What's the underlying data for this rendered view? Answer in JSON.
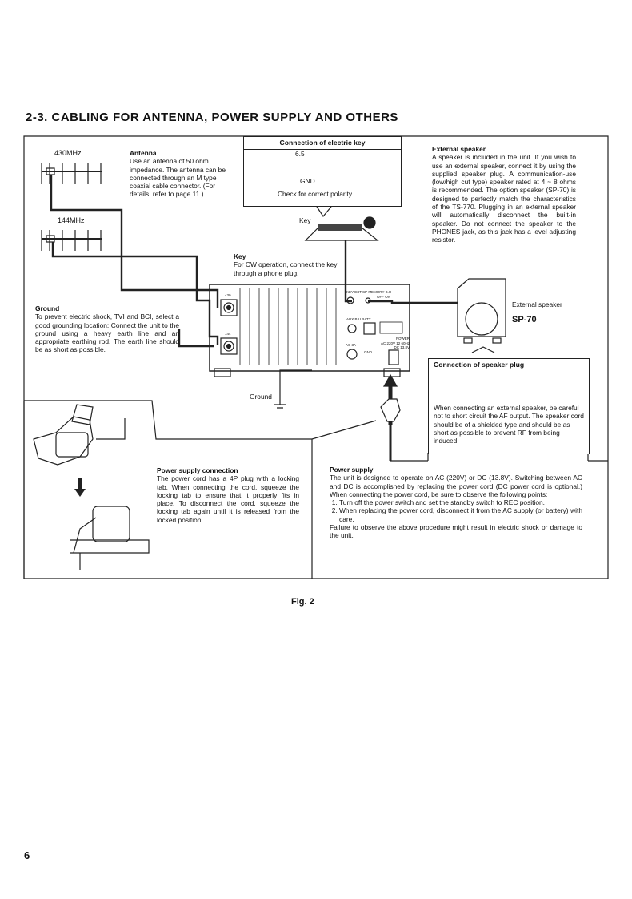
{
  "title": "2-3. CABLING FOR ANTENNA, POWER SUPPLY AND OTHERS",
  "antenna": {
    "band_430": "430MHz",
    "band_144": "144MHz",
    "heading": "Antenna",
    "body": "Use an antenna of 50 ohm impedance. The antenna can be connected through an M type coaxial cable connector. (For details, refer to page 11.)"
  },
  "electric_key": {
    "heading": "Connection of electric key",
    "dim": "6.5",
    "gnd": "GND",
    "note": "Check for correct polarity."
  },
  "key": {
    "label": "Key",
    "heading": "Key",
    "body": "For CW operation, connect the key through a phone plug."
  },
  "external_speaker": {
    "heading": "External speaker",
    "body": "A speaker is included in the unit. If you wish to use an external speaker, connect it by using the supplied speaker plug. A communication-use (low/high cut type) speaker rated at 4 ~ 8 ohms is recommended. The option speaker (SP-70) is designed to perfectly match the characteristics of the TS-770. Plugging in an external speaker will automatically disconnect the built-in speaker. Do not connect the speaker to the PHONES jack, as this jack has a level adjusting resistor.",
    "label": "External speaker",
    "model": "SP-70"
  },
  "ground": {
    "heading": "Ground",
    "body": "To prevent electric shock, TVI and BCI, select a good grounding location: Connect the unit to the ground using a heavy earth line and an appropriate earthing rod. The earth line should be as short as possible.",
    "label": "Ground"
  },
  "panel": {
    "key": "KEY",
    "ext_sp": "EXT SP",
    "memory": "MEMORY B.U",
    "off_on": "OFF  ON",
    "aux": "AUX",
    "bu_batt": "B.U BATT",
    "power": "POWER",
    "ac_rating": "AC 220V 12 60Hz",
    "dc_rating": "DC 13.8V",
    "ac": "AC 3A",
    "gnd": "GND",
    "port_430": "430",
    "port_144": "144"
  },
  "speaker_plug": {
    "heading": "Connection of speaker plug",
    "body": "When connecting an external speaker, be careful not to short circuit the AF output. The speaker cord should be of a shielded type and should be as short as possible to prevent RF from being induced."
  },
  "power_connection": {
    "heading": "Power supply connection",
    "body": "The power cord has a 4P plug with a locking tab. When connecting the cord, squeeze the locking tab to ensure that it properly fits in place. To disconnect the cord, squeeze the locking tab again until it is released from the locked position."
  },
  "power_supply": {
    "heading": "Power supply",
    "intro": "The unit is designed to operate on AC (220V) or DC (13.8V). Switching between AC and DC is accomplished by replacing the power cord (DC power cord is optional.) When connecting the power cord, be sure to observe the following points:",
    "points": [
      "Turn off the power switch and set the standby switch to REC position.",
      "When replacing the power cord, disconnect it from the AC supply (or battery) with care."
    ],
    "warning": "Failure to observe the above procedure might result in electric shock or damage to the unit."
  },
  "figure_label": "Fig. 2",
  "page_number": "6"
}
